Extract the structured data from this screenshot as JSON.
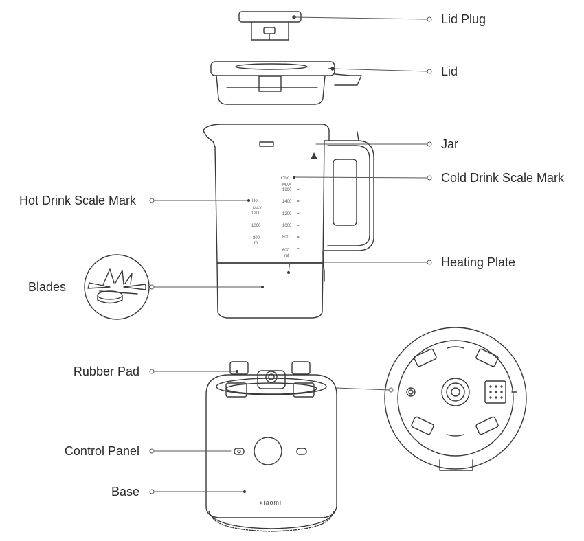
{
  "labels": {
    "lid_plug": "Lid Plug",
    "lid": "Lid",
    "jar": "Jar",
    "cold_scale": "Cold Drink Scale Mark",
    "hot_scale": "Hot Drink Scale Mark",
    "heating_plate": "Heating Plate",
    "blades": "Blades",
    "rubber_pad": "Rubber Pad",
    "control_panel": "Control Panel",
    "base": "Base"
  },
  "jar_marks": {
    "cold": "Cold",
    "max_right": "MAX",
    "r1600": "1600",
    "r1400": "1400",
    "r1200": "1200",
    "r1000": "1000",
    "r800": "800",
    "r600": "600",
    "unit_right": "ml",
    "hot": "Hot",
    "max_left": "MAX",
    "l1200": "1200",
    "l1000": "1000",
    "l800": "800",
    "unit_left": "ml"
  },
  "brand": "xiaomi"
}
